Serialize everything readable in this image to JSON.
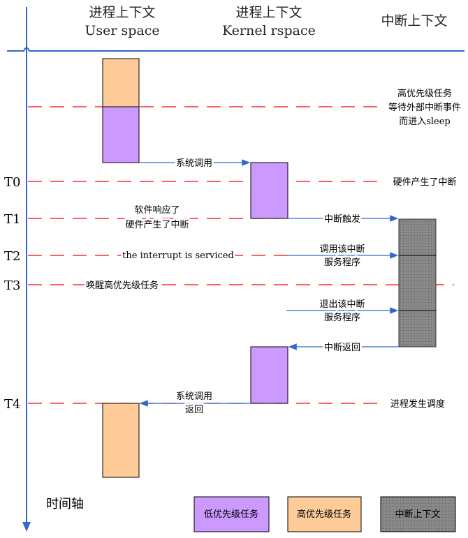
{
  "headers": {
    "user_cn": "进程上下文",
    "user_en": "User space",
    "kernel_cn": "进程上下文",
    "kernel_en": "Kernel rspace",
    "irq_cn": "中断上下文"
  },
  "time_labels": [
    "T0",
    "T1",
    "T2",
    "T3",
    "T4"
  ],
  "axis_label": "时间轴",
  "annotations": {
    "sleep": [
      "高优先级任务",
      "等待外部中断事件",
      "而进入sleep"
    ],
    "hw_irq": "硬件产生了中断",
    "sw_resp": [
      "软件响应了",
      "硬件产生了中断"
    ],
    "serviced": "the interrupt is serviced",
    "wake": "唤醒高优先级任务",
    "sched": "进程发生调度"
  },
  "arrows": {
    "syscall": "系统调用",
    "irq_trigger": "中断触发",
    "call_isr": [
      "调用该中断",
      "服务程序"
    ],
    "exit_isr": [
      "退出该中断",
      "服务程序"
    ],
    "irq_return": "中断返回",
    "syscall_return": [
      "系统调用",
      "返回"
    ]
  },
  "legend": [
    "低优先级任务",
    "高优先级任务",
    "中断上下文"
  ],
  "colors": {
    "low": "#cc99ff",
    "high": "#ffcc99",
    "irq": "#808080",
    "axis": "#3366cc",
    "dash": "#ff0000"
  }
}
